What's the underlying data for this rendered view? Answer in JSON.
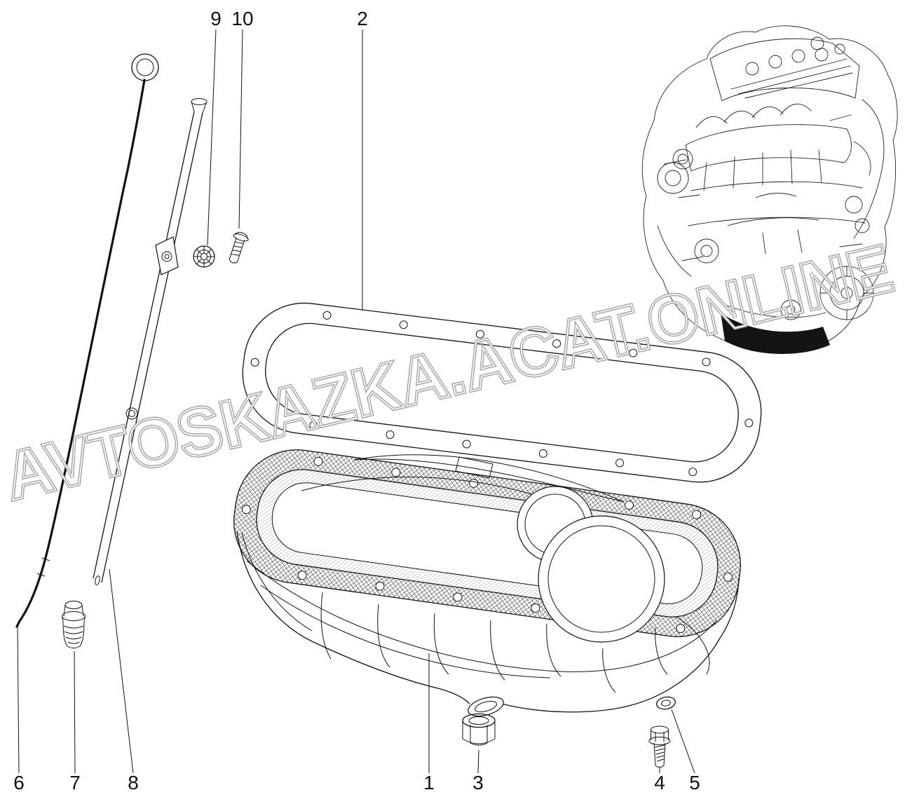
{
  "diagram": {
    "watermark_text": "AVTOSKAZKA.ACAT.ONLINE"
  },
  "callouts": {
    "top": [
      {
        "label": "9"
      },
      {
        "label": "10"
      },
      {
        "label": "2"
      }
    ],
    "bottom": [
      {
        "label": "6"
      },
      {
        "label": "7"
      },
      {
        "label": "8"
      },
      {
        "label": "1"
      },
      {
        "label": "3"
      },
      {
        "label": "4"
      },
      {
        "label": "5"
      }
    ]
  }
}
